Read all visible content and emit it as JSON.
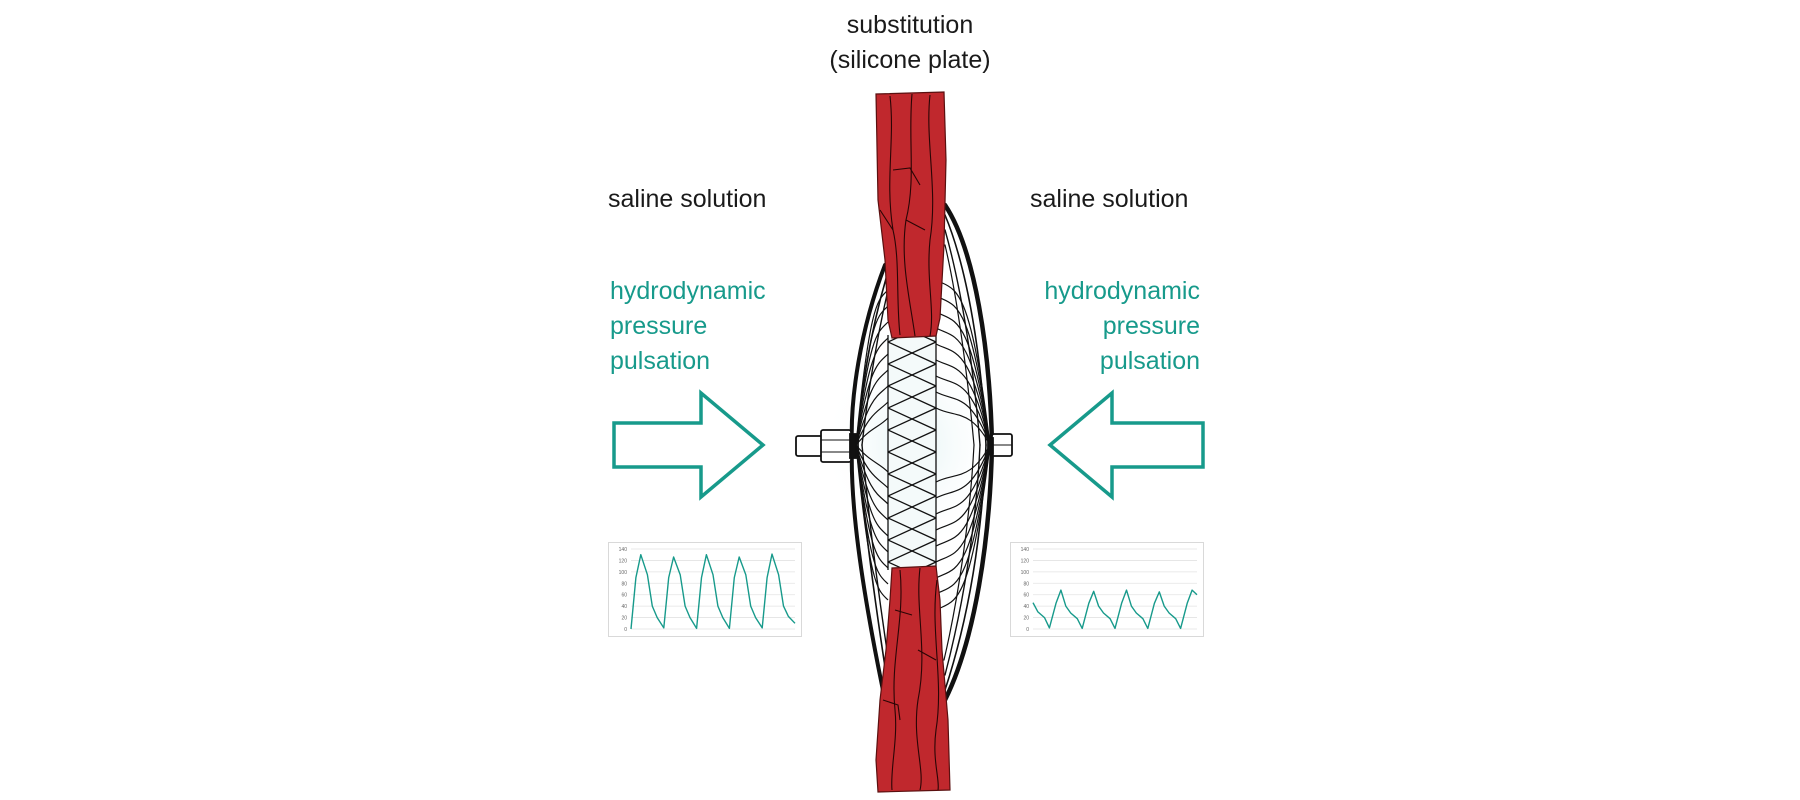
{
  "figure": {
    "title_lines": [
      "substitution",
      "(silicone plate)"
    ],
    "left": {
      "medium": "saline solution",
      "pressure_lines": [
        "hydrodynamic",
        "pressure",
        "pulsation"
      ],
      "arrow_direction": "right"
    },
    "right": {
      "medium": "saline solution",
      "pressure_lines": [
        "hydrodynamic",
        "pressure",
        "pulsation"
      ],
      "arrow_direction": "left"
    },
    "device": {
      "description": "stent-graft within red vessel segments, wire mesh cage with two end connectors"
    },
    "colors": {
      "accent_teal": "#179a8b",
      "vessel_red": "#c0282d",
      "text": "#1a1a1a",
      "gridline": "#d9d9d9"
    }
  },
  "chart_data": [
    {
      "type": "line",
      "title": "",
      "xlabel": "",
      "ylabel": "",
      "ylim": [
        0,
        140
      ],
      "yticks": [
        0,
        20,
        40,
        60,
        80,
        100,
        120,
        140
      ],
      "grid": true,
      "legend": "none",
      "series": [
        {
          "name": "left pressure pulsation",
          "color": "#179a8b",
          "x": [
            0,
            0.3,
            0.6,
            1.0,
            1.3,
            1.6,
            2.0,
            2.3,
            2.6,
            3.0,
            3.3,
            3.6,
            4.0,
            4.3,
            4.6,
            5.0,
            5.3,
            5.6,
            6.0,
            6.3,
            6.6,
            7.0,
            7.3,
            7.6,
            8.0,
            8.3,
            8.6,
            9.0,
            9.3,
            9.6,
            10.0
          ],
          "y": [
            0,
            90,
            130,
            95,
            40,
            20,
            2,
            90,
            126,
            95,
            40,
            20,
            1,
            90,
            130,
            95,
            40,
            20,
            1,
            90,
            126,
            95,
            40,
            20,
            2,
            90,
            131,
            95,
            40,
            22,
            10
          ]
        }
      ]
    },
    {
      "type": "line",
      "title": "",
      "xlabel": "",
      "ylabel": "",
      "ylim": [
        0,
        140
      ],
      "yticks": [
        0,
        20,
        40,
        60,
        80,
        100,
        120,
        140
      ],
      "grid": true,
      "legend": "none",
      "series": [
        {
          "name": "right pressure pulsation",
          "color": "#179a8b",
          "x": [
            0,
            0.3,
            0.7,
            1.0,
            1.4,
            1.7,
            2.0,
            2.3,
            2.7,
            3.0,
            3.4,
            3.7,
            4.0,
            4.3,
            4.7,
            5.0,
            5.4,
            5.7,
            6.0,
            6.3,
            6.7,
            7.0,
            7.4,
            7.7,
            8.0,
            8.3,
            8.7,
            9.0,
            9.4,
            9.7,
            10.0
          ],
          "y": [
            46,
            30,
            20,
            2,
            45,
            68,
            40,
            28,
            18,
            1,
            45,
            66,
            40,
            28,
            18,
            1,
            45,
            68,
            40,
            28,
            18,
            1,
            45,
            65,
            40,
            28,
            18,
            1,
            45,
            68,
            60
          ]
        }
      ]
    }
  ]
}
